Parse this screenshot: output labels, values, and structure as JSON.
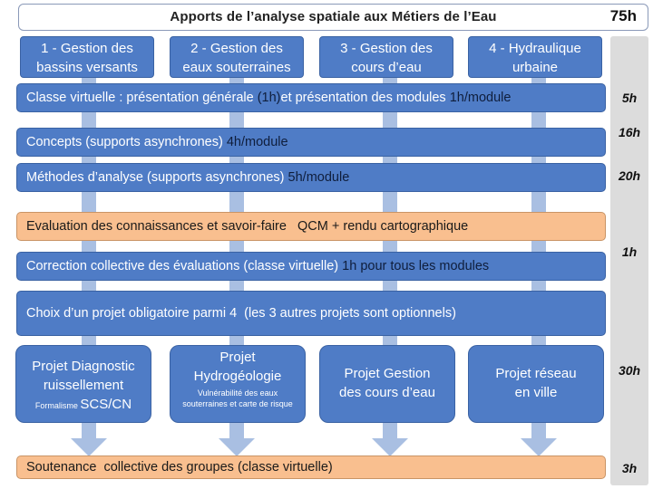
{
  "title": {
    "text": "Apports de l’analyse spatiale aux Métiers de l’Eau",
    "hours": "75h"
  },
  "modules": [
    {
      "line1": "1 - Gestion des",
      "line2": "bassins versants"
    },
    {
      "line1": "2 - Gestion des",
      "line2": "eaux souterraines"
    },
    {
      "line1": "3 - Gestion des",
      "line2": "cours d’eau"
    },
    {
      "line1": "4 - Hydraulique",
      "line2": "urbaine"
    }
  ],
  "bars": {
    "classe": {
      "part1": "Classe virtuelle : présentation générale ",
      "part2": "(1h)",
      "part3": " et présentation des modules ",
      "part4": "1h/module"
    },
    "concepts": {
      "part1": "Concepts (supports asynchrones) ",
      "part2": "4h/module"
    },
    "methodes": {
      "part1": "Méthodes d’analyse (supports asynchrones) ",
      "part2": "5h/module"
    },
    "evaluation": {
      "text": "Evaluation des connaissances et savoir-faire   QCM + rendu cartographique"
    },
    "correction": {
      "part1": "Correction collective des évaluations (classe virtuelle) ",
      "part2": "1h pour tous les modules"
    },
    "choix": {
      "text": "Choix d’un projet obligatoire parmi 4  (les 3 autres projets sont optionnels)"
    },
    "soutenance": {
      "text": "Soutenance  collective des groupes (classe virtuelle)"
    }
  },
  "projects": [
    {
      "line1": "Projet Diagnostic",
      "line2": "ruissellement",
      "small_prefix": "Formalisme ",
      "line3": "SCS/CN"
    },
    {
      "line1": "Projet",
      "line2": "Hydrogéologie",
      "small": "Vulnérabilité des eaux souterraines et carte de risque"
    },
    {
      "line1": "Projet Gestion",
      "line2": "des cours d’eau"
    },
    {
      "line1": "Projet réseau",
      "line2": "en ville"
    }
  ],
  "hours": {
    "classe": "5h",
    "concepts": "16h",
    "methodes": "20h",
    "evaluation": "1h",
    "projets": "30h",
    "soutenance": "3h"
  },
  "colors": {
    "blue_fill": "#4f7cc6",
    "blue_border": "#3a62a3",
    "orange_fill": "#f9bf8f",
    "arrow": "#a9bfe2",
    "hours_column": "#dcdcdc"
  }
}
